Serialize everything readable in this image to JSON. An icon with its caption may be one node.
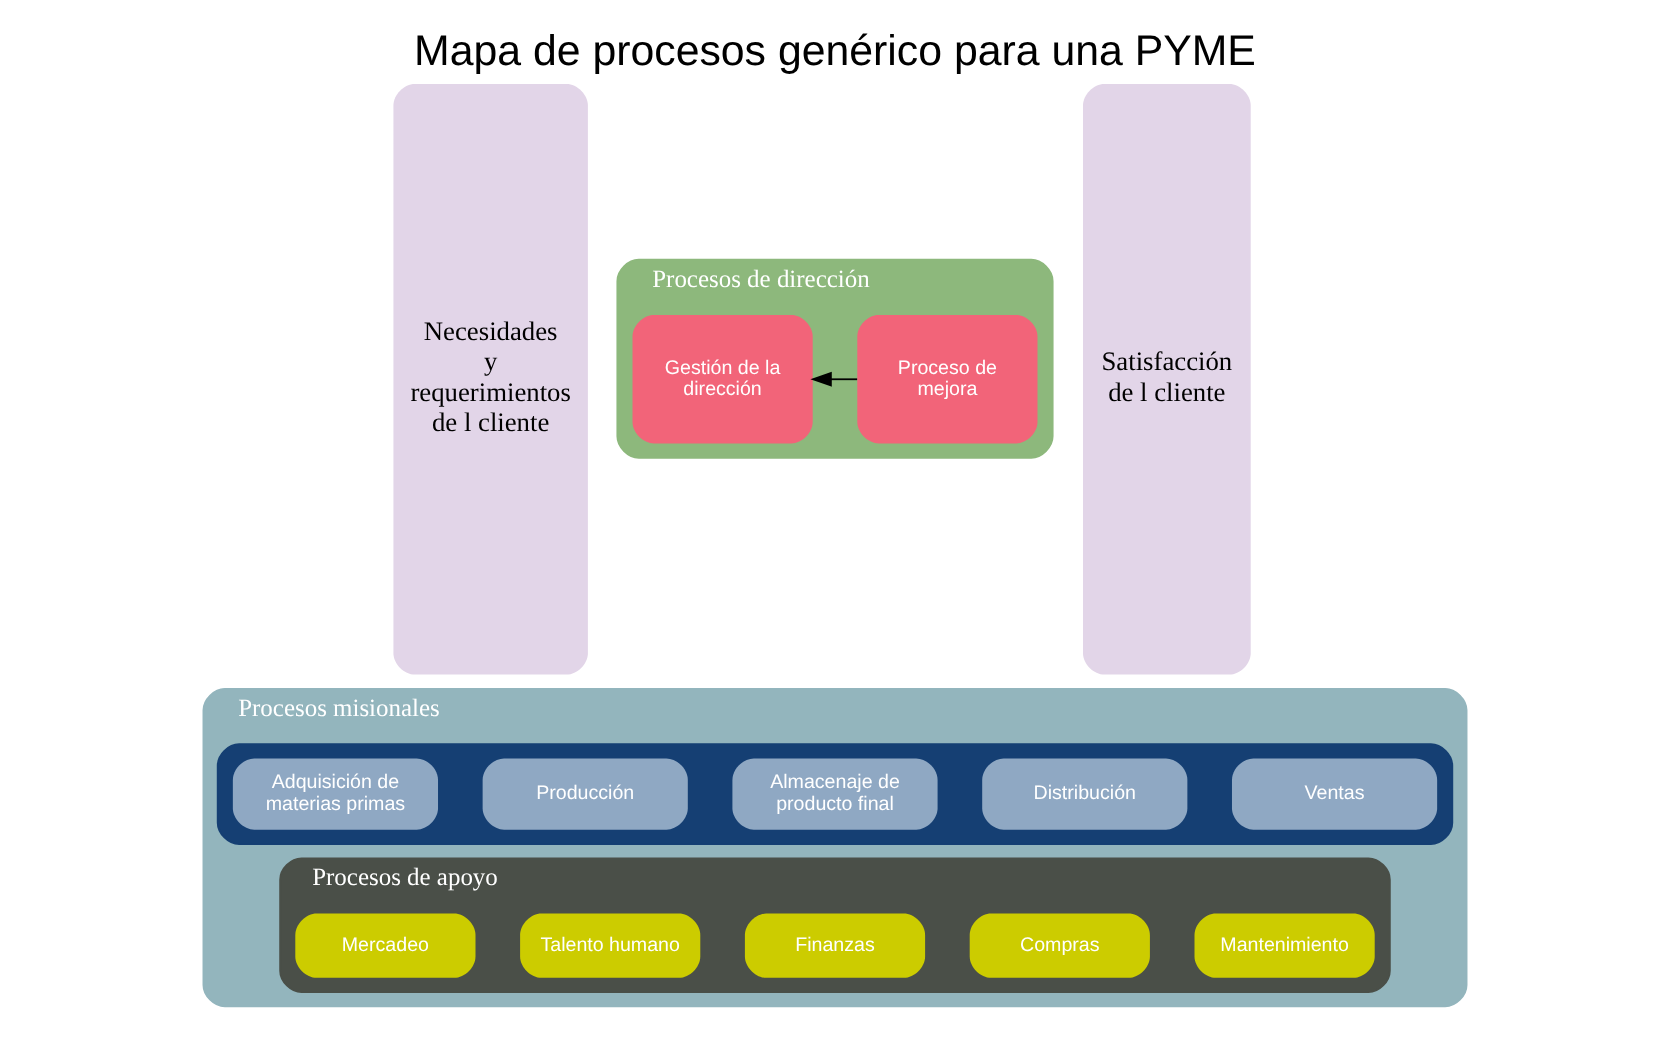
{
  "diagram": {
    "title": "Mapa de procesos genérico para una PYME",
    "nodes": [
      {
        "text": [
          "Necesidades y requerimientos de l cliente"
        ]
      },
      {
        "text": [
          "Procesos de dirección"
        ]
      },
      {
        "text": [
          "Gestión de la dirección"
        ],
        "in": 1
      },
      {
        "text": [
          "Proceso de mejora"
        ],
        "in": 1
      },
      {
        "text": [
          "Procesos misionales"
        ]
      },
      {
        "text": [],
        "shape": "box",
        "in": 4
      },
      {
        "text": [
          "Adquisición de materias primas"
        ],
        "in": 5
      },
      {
        "text": [
          "Producción"
        ],
        "in": 5
      },
      {
        "text": [
          "Almacenaje de producto final"
        ],
        "in": 5
      },
      {
        "text": [
          "Distribución"
        ],
        "in": 5
      },
      {
        "text": [
          "Ventas"
        ],
        "in": 5
      },
      {
        "text": [
          "Procesos de apoyo"
        ],
        "in": 4
      },
      {
        "text": [
          "Mercadeo"
        ],
        "in": 11
      },
      {
        "text": [
          "Talento humano"
        ],
        "in": 11
      },
      {
        "text": [
          "Finanzas"
        ],
        "in": 11
      },
      {
        "text": [
          "Compras"
        ],
        "in": 11
      },
      {
        "text": [
          "Mantenimiento"
        ],
        "in": 11
      },
      {
        "text": [
          "Satisfacción de l cliente"
        ]
      }
    ],
    "edges": [
      {
        "from": 3,
        "to": 2,
        "arrow": "to"
      }
    ]
  }
}
